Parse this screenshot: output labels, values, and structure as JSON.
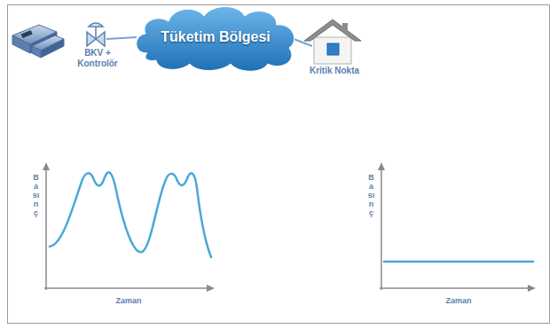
{
  "diagram": {
    "nodes": [
      {
        "text": [
          "BKV + Kontrolör"
        ]
      },
      {
        "text": [
          "Tüketim Bölgesi"
        ]
      },
      {
        "text": [
          "Kritik Nokta"
        ]
      }
    ],
    "edges": [
      {
        "from": 0,
        "to": 1,
        "arrow": "none"
      },
      {
        "from": 1,
        "to": 2,
        "arrow": "none"
      }
    ],
    "labels": [
      "Basınç",
      "Zaman",
      "Basınç",
      "Zaman"
    ]
  }
}
